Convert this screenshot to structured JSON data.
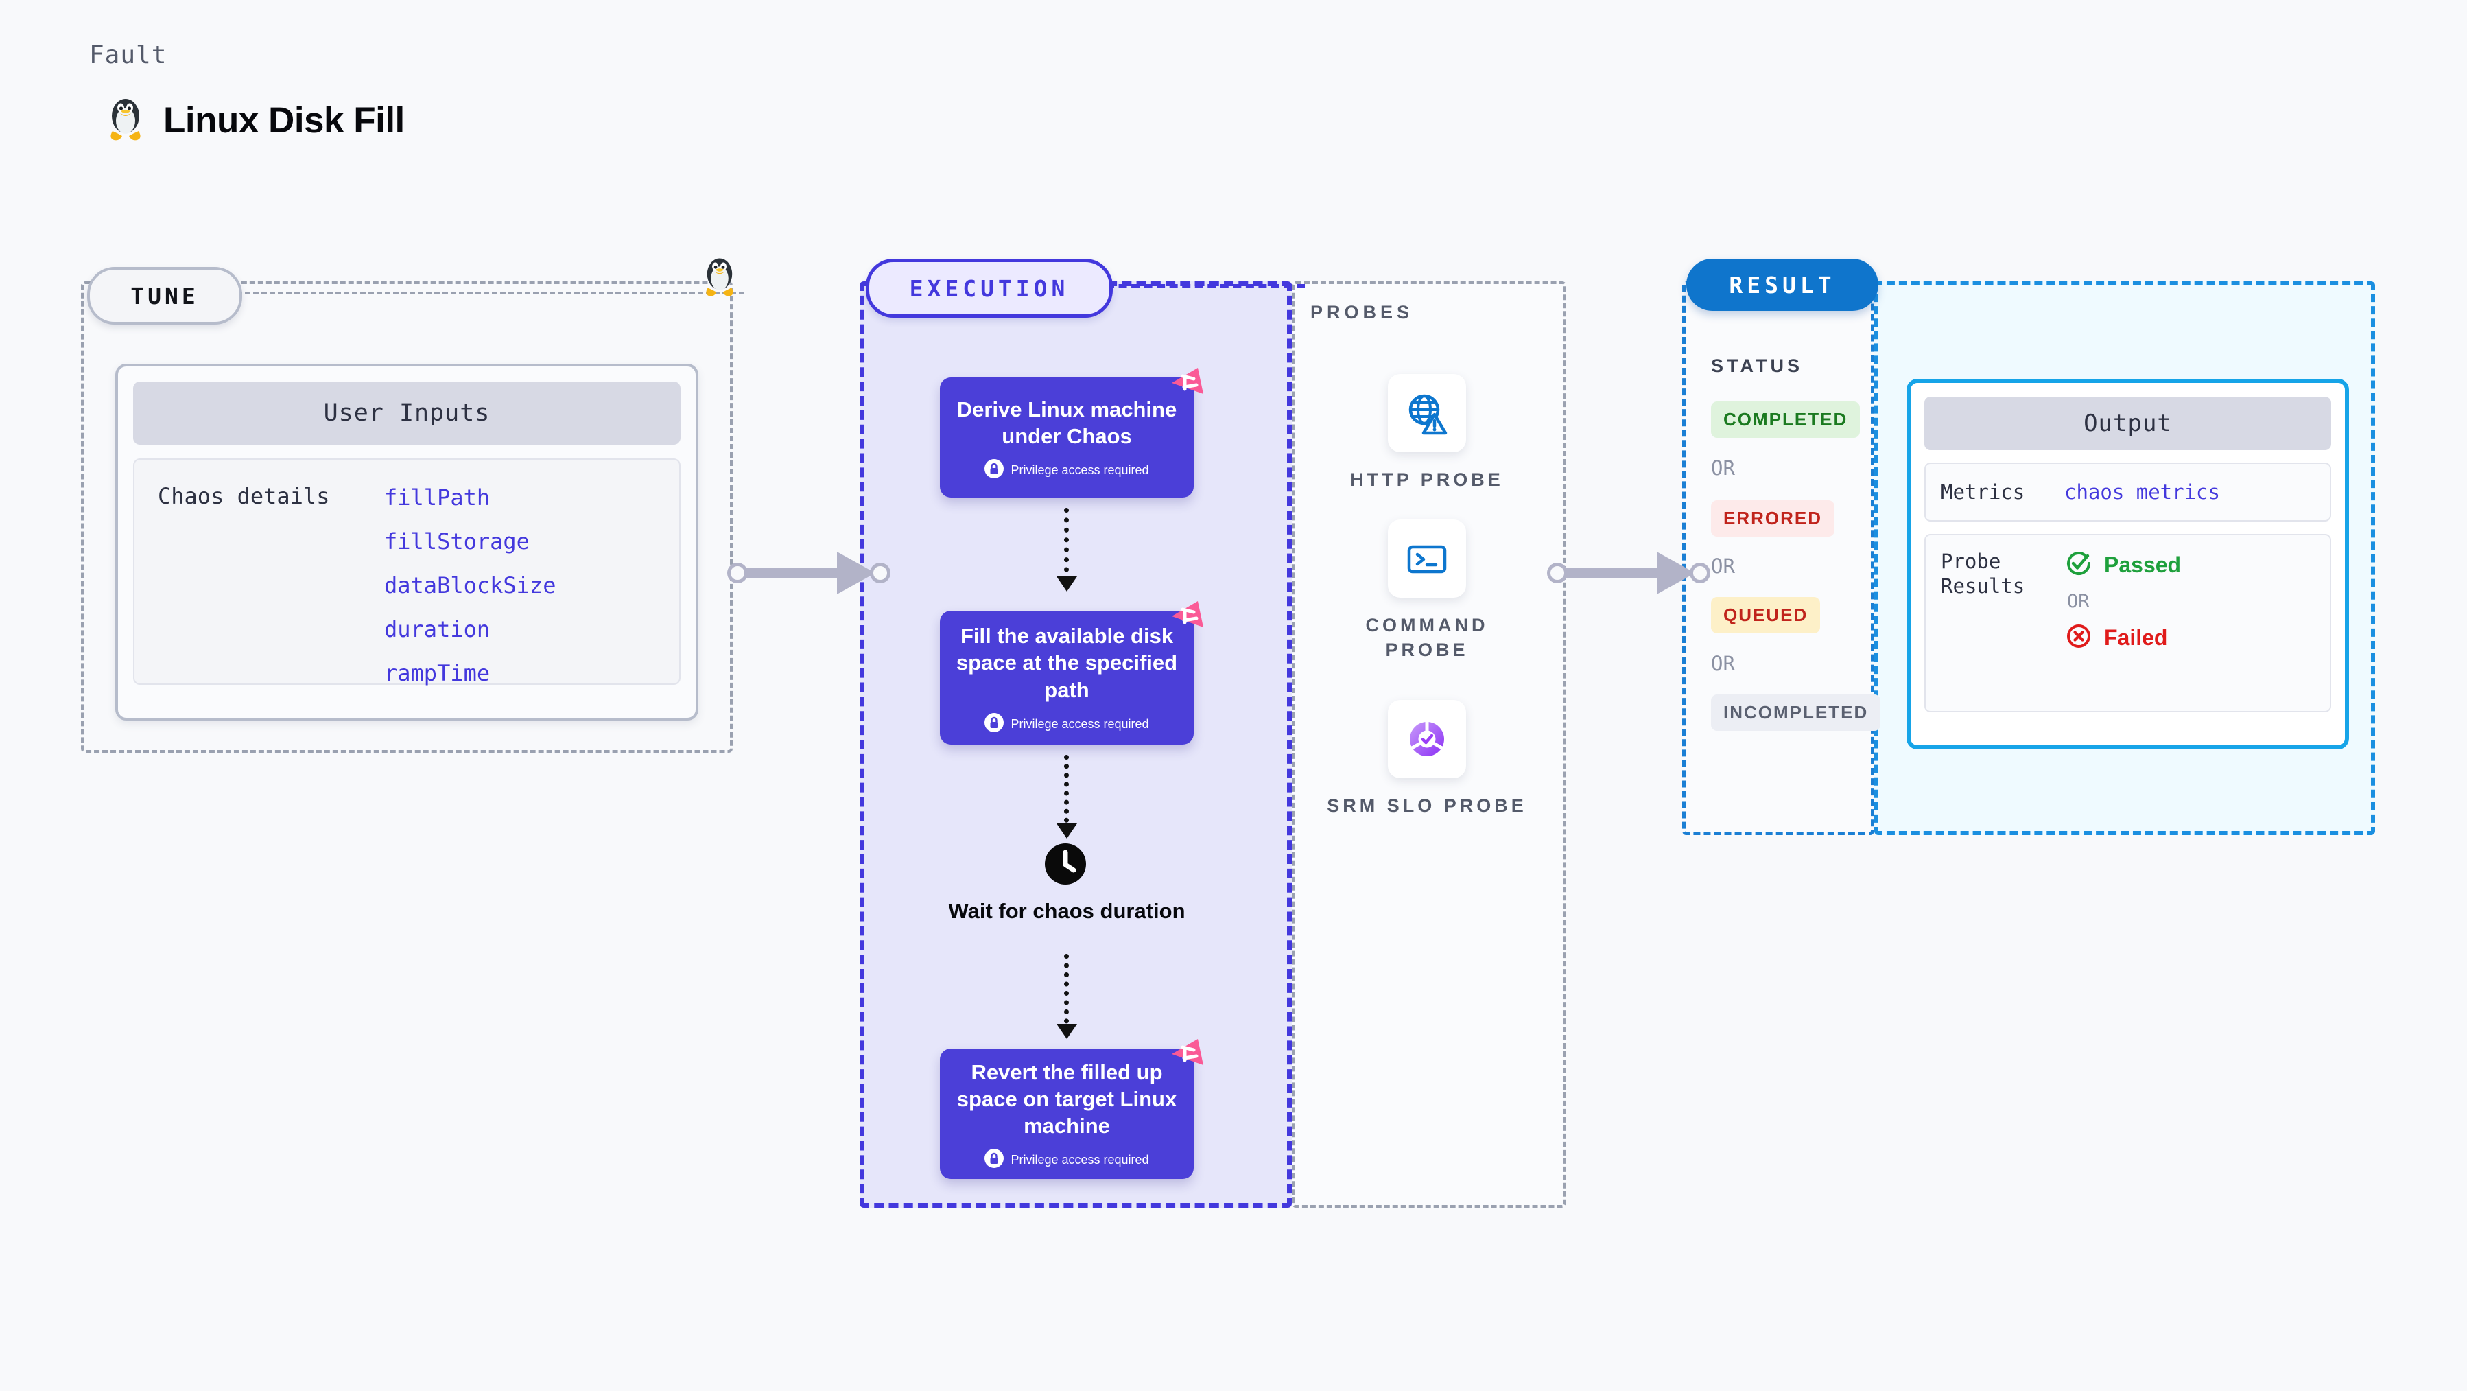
{
  "header": {
    "kicker": "Fault",
    "title": "Linux Disk Fill",
    "logo_icon": "linux-penguin-icon"
  },
  "tune": {
    "pill_label": "TUNE",
    "card_title": "User Inputs",
    "section_label": "Chaos details",
    "params": [
      "fillPath",
      "fillStorage",
      "dataBlockSize",
      "duration",
      "rampTime"
    ],
    "edge_icon": "linux-penguin-icon"
  },
  "execution": {
    "pill_label": "EXECUTION",
    "privilege_note": "Privilege access required",
    "privilege_icon": "lock-icon",
    "badge_icon": "chaos-ribbon-icon",
    "wait_icon": "clock-icon",
    "steps": [
      {
        "title": "Derive Linux machine under Chaos",
        "privileged": true
      },
      {
        "title": "Fill the available disk space at the specified path",
        "privileged": true
      },
      {
        "title": "Wait for chaos duration",
        "privileged": false
      },
      {
        "title": "Revert the filled up space on target Linux machine",
        "privileged": true
      }
    ]
  },
  "probes": {
    "section_label": "PROBES",
    "items": [
      {
        "label": "HTTP PROBE",
        "icon": "globe-warning-icon"
      },
      {
        "label": "COMMAND PROBE",
        "icon": "terminal-icon"
      },
      {
        "label": "SRM SLO PROBE",
        "icon": "slo-check-icon"
      }
    ]
  },
  "result": {
    "pill_label": "RESULT",
    "status_label": "STATUS",
    "or_label": "OR",
    "statuses": [
      {
        "label": "COMPLETED",
        "color": "#1b7a20",
        "bg": "#dff3dd"
      },
      {
        "label": "ERRORED",
        "color": "#c0231b",
        "bg": "#fdeaea"
      },
      {
        "label": "QUEUED",
        "color": "#c0231b",
        "bg": "#fdf0c8"
      },
      {
        "label": "INCOMPLETED",
        "color": "#5a6070",
        "bg": "#eceef4"
      }
    ],
    "output": {
      "title": "Output",
      "metrics_key": "Metrics",
      "metrics_value": "chaos metrics",
      "probe_results_key": "Probe Results",
      "passed_label": "Passed",
      "failed_label": "Failed",
      "or_label": "OR",
      "passed_icon": "check-circle-icon",
      "failed_icon": "x-circle-icon"
    }
  },
  "colors": {
    "accent_purple": "#4338dd",
    "execution_fill": "#e6e6fa",
    "result_blue": "#0f75cc",
    "output_border": "#16a4e8",
    "ribbon_pink": "#fa5a96",
    "passed_green": "#1ea03c",
    "failed_red": "#e01b1b"
  }
}
